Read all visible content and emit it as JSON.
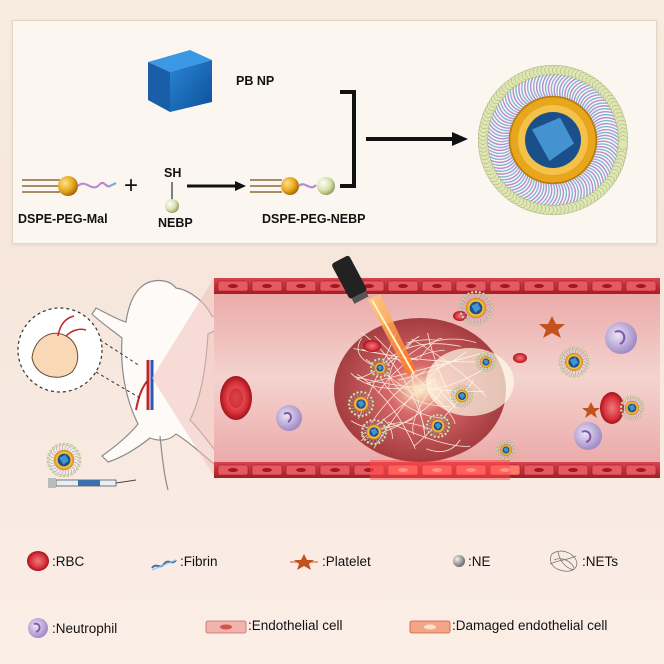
{
  "synthesis": {
    "pb_np_label": "PB NP",
    "dspe_peg_mal_label": "DSPE-PEG-Mal",
    "plus_sign": "+",
    "sh_label": "SH",
    "nebp_label": "NEBP",
    "dspe_peg_nebp_label": "DSPE-PEG-NEBP"
  },
  "legend": {
    "rbc": ":RBC",
    "fibrin": ":Fibrin",
    "platelet": ":Platelet",
    "ne": ":NE",
    "nets": ":NETs",
    "neutrophil": ":Neutrophil",
    "endothelial_cell": ":Endothelial cell",
    "damaged_endothelial_cell": ":Damaged endothelial cell"
  },
  "colors": {
    "cube_blue": "#1f6fc0",
    "gold": "#e8a61c",
    "bead": "#d6dfa8",
    "vessel_red": "#c0262c",
    "laser": "#ff7a1a",
    "neutrophil": "#b9a6d6"
  }
}
